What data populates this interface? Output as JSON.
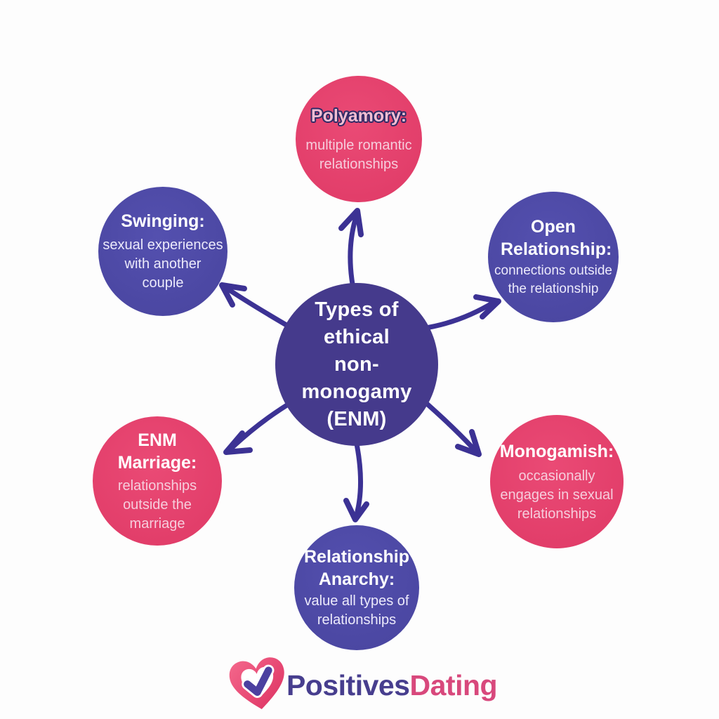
{
  "diagram": {
    "center_node": {
      "title": "Types of ethical\nnon-monogamy\n(ENM)",
      "color": "#453a8c"
    },
    "arrow_color": "#3c3294",
    "node_colors": {
      "pink": "#e23e6a",
      "purple": "#4b47a2"
    },
    "nodes": [
      {
        "id": "polyamory",
        "title": "Polyamory:",
        "description": "multiple romantic relationships",
        "color": "#e23e6a"
      },
      {
        "id": "swinging",
        "title": "Swinging:",
        "description": "sexual experiences with another couple",
        "color": "#4b47a2"
      },
      {
        "id": "open-relationship",
        "title": "Open Relationship:",
        "description": "connections outside the relationship",
        "color": "#4b47a2"
      },
      {
        "id": "enm-marriage",
        "title": "ENM Marriage:",
        "description": "relationships outside the marriage",
        "color": "#e23e6a"
      },
      {
        "id": "monogamish",
        "title": "Monogamish:",
        "description": "occasionally engages in sexual relationships",
        "color": "#e23e6a"
      },
      {
        "id": "relationship-anarchy",
        "title": "Relationship Anarchy:",
        "description": "value all types of relationships",
        "color": "#4b47a2"
      }
    ],
    "connections": [
      {
        "from": "center",
        "to": "polyamory"
      },
      {
        "from": "center",
        "to": "swinging"
      },
      {
        "from": "center",
        "to": "open-relationship"
      },
      {
        "from": "center",
        "to": "enm-marriage"
      },
      {
        "from": "center",
        "to": "monogamish"
      },
      {
        "from": "center",
        "to": "relationship-anarchy"
      }
    ]
  },
  "footer": {
    "brand_part1": "Positives",
    "brand_part2": "Dating",
    "brand_color1": "#473e8e",
    "brand_color2": "#d8487c",
    "heart_color": "#e73a66",
    "check_color": "#4c40a0"
  }
}
